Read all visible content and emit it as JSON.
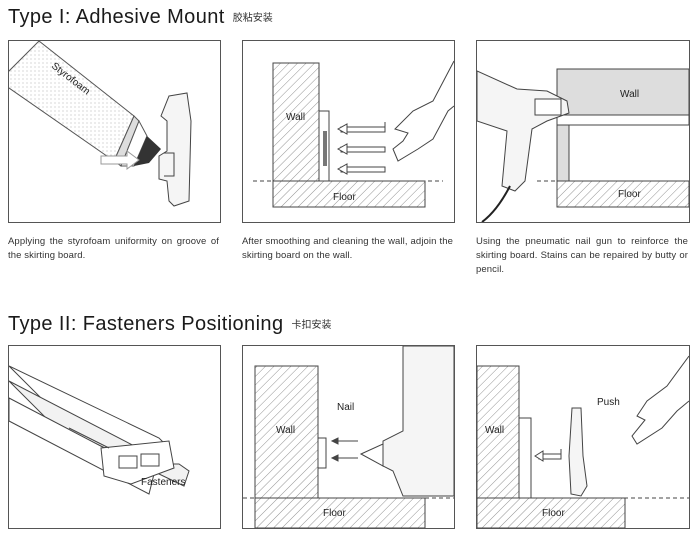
{
  "section1": {
    "title": "Type I: Adhesive Mount",
    "subtitle": "胶粘安装",
    "panels": [
      {
        "labels": {
          "tube": "Styrofoam"
        },
        "caption": "Applying the styrofoam uniformity on groove of the skirting board."
      },
      {
        "labels": {
          "wall": "Wall",
          "floor": "Floor"
        },
        "caption": "After smoothing and cleaning the wall, adjoin the skirting board on the wall."
      },
      {
        "labels": {
          "wall": "Wall",
          "floor": "Floor"
        },
        "caption": "Using the pneumatic nail gun to reinforce the skirting board. Stains can be repaired by butty or pencil."
      }
    ]
  },
  "section2": {
    "title": "Type II: Fasteners Positioning",
    "subtitle": "卡扣安装",
    "panels": [
      {
        "labels": {
          "fasteners": "Fasteners"
        }
      },
      {
        "labels": {
          "wall": "Wall",
          "nail": "Nail",
          "floor": "Floor"
        }
      },
      {
        "labels": {
          "wall": "Wall",
          "push": "Push",
          "floor": "Floor"
        }
      }
    ]
  }
}
